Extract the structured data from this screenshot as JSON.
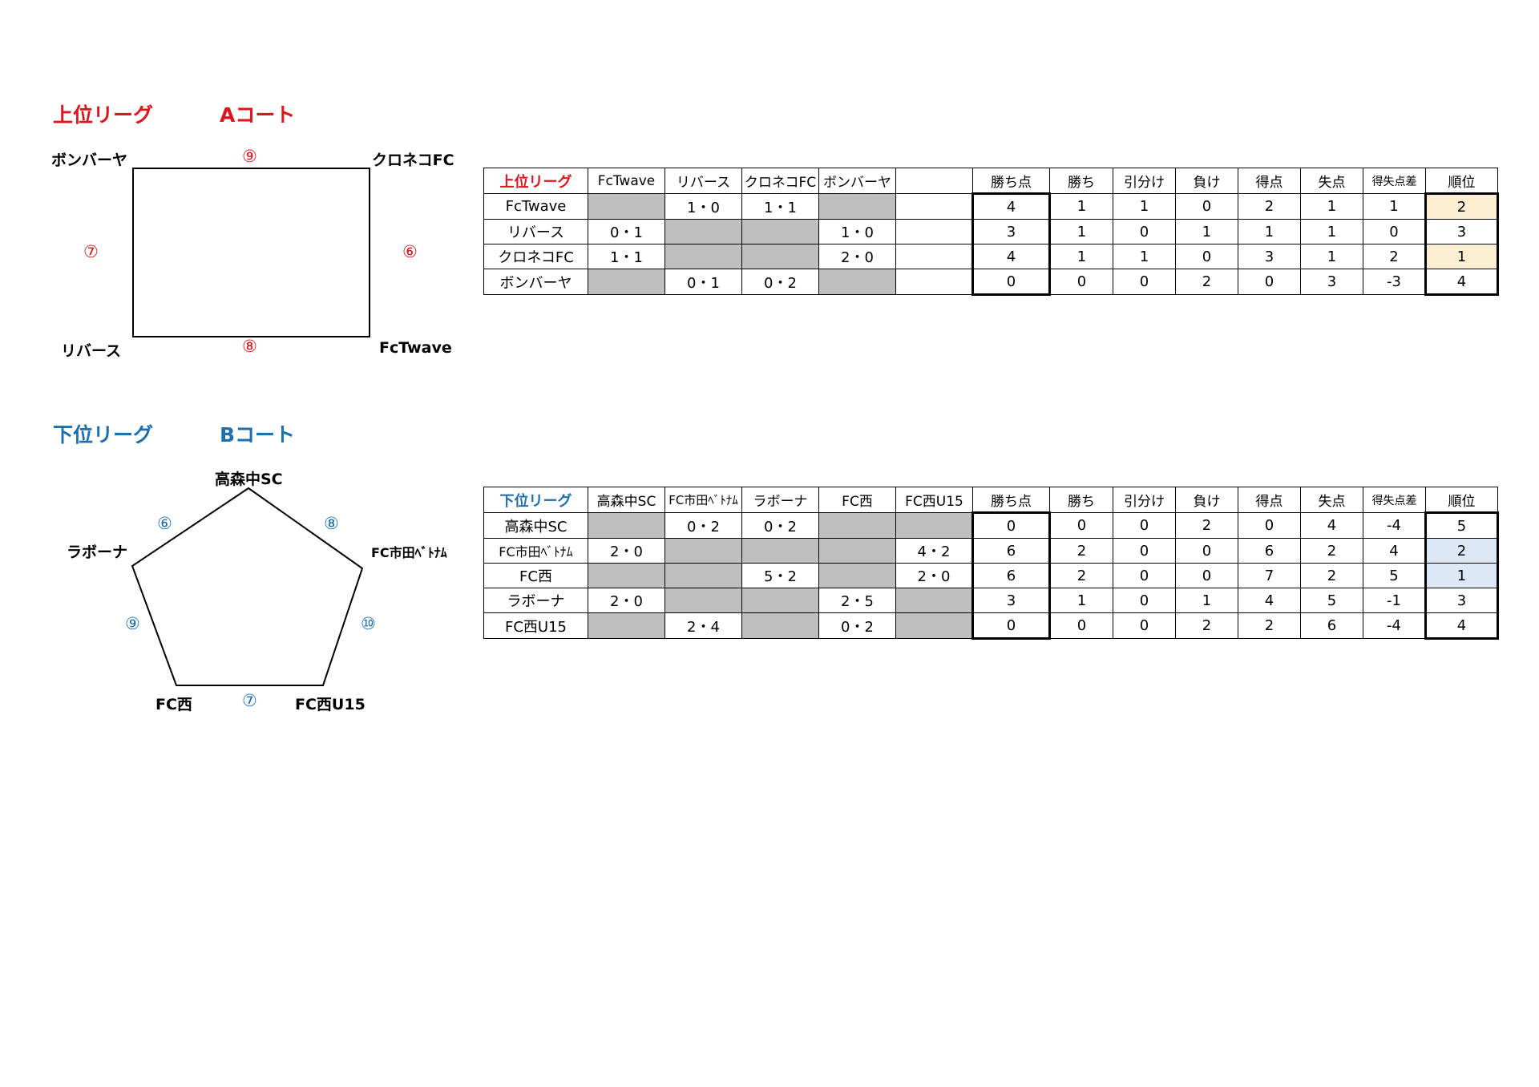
{
  "upper": {
    "title": "上位リーグ",
    "court": "Aコート",
    "diagram": {
      "top_left": "ボンバーヤ",
      "top_right": "クロネコFC",
      "bottom_left": "リバース",
      "bottom_right": "FcTwave",
      "top_num": "⑨",
      "left_num": "⑦",
      "right_num": "⑥",
      "bottom_num": "⑧"
    },
    "table": {
      "corner": "上位リーグ",
      "opponents": [
        "FcTwave",
        "リバース",
        "クロネコFC",
        "ボンバーヤ",
        ""
      ],
      "stat_headers": [
        "勝ち点",
        "勝ち",
        "引分け",
        "負け",
        "得点",
        "失点",
        "得失点差",
        "順位"
      ],
      "rows": [
        {
          "team": "FcTwave",
          "results": [
            "",
            "1・0",
            "1・1",
            "",
            ""
          ],
          "stats": [
            "4",
            "1",
            "1",
            "0",
            "2",
            "1",
            "1",
            "2"
          ]
        },
        {
          "team": "リバース",
          "results": [
            "0・1",
            "",
            "",
            "1・0",
            ""
          ],
          "stats": [
            "3",
            "1",
            "0",
            "1",
            "1",
            "1",
            "0",
            "3"
          ]
        },
        {
          "team": "クロネコFC",
          "results": [
            "1・1",
            "",
            "",
            "2・0",
            ""
          ],
          "stats": [
            "4",
            "1",
            "1",
            "0",
            "3",
            "1",
            "2",
            "1"
          ]
        },
        {
          "team": "ボンバーヤ",
          "results": [
            "",
            "0・1",
            "0・2",
            "",
            ""
          ],
          "stats": [
            "0",
            "0",
            "0",
            "2",
            "0",
            "3",
            "-3",
            "4"
          ]
        }
      ]
    }
  },
  "lower": {
    "title": "下位リーグ",
    "court": "Bコート",
    "diagram": {
      "top": "高森中SC",
      "left": "ラボーナ",
      "right": "FC市田ﾍﾞﾄﾅﾑ",
      "bottom_left": "FC西",
      "bottom_right": "FC西U15",
      "num_top_left": "⑥",
      "num_top_right": "⑧",
      "num_left": "⑨",
      "num_right": "⑩",
      "num_bottom": "⑦"
    },
    "table": {
      "corner": "下位リーグ",
      "opponents": [
        "高森中SC",
        "FC市田ﾍﾞﾄﾅﾑ",
        "ラボーナ",
        "FC西",
        "FC西U15"
      ],
      "stat_headers": [
        "勝ち点",
        "勝ち",
        "引分け",
        "負け",
        "得点",
        "失点",
        "得失点差",
        "順位"
      ],
      "rows": [
        {
          "team": "高森中SC",
          "results": [
            "",
            "0・2",
            "0・2",
            "",
            ""
          ],
          "stats": [
            "0",
            "0",
            "0",
            "2",
            "0",
            "4",
            "-4",
            "5"
          ]
        },
        {
          "team": "FC市田ﾍﾞﾄﾅﾑ",
          "results": [
            "2・0",
            "",
            "",
            "",
            "4・2"
          ],
          "stats": [
            "6",
            "2",
            "0",
            "0",
            "6",
            "2",
            "4",
            "2"
          ]
        },
        {
          "team": "FC西",
          "results": [
            "",
            "",
            "5・2",
            "",
            "2・0"
          ],
          "stats": [
            "6",
            "2",
            "0",
            "0",
            "7",
            "2",
            "5",
            "1"
          ]
        },
        {
          "team": "ラボーナ",
          "results": [
            "2・0",
            "",
            "",
            "2・5",
            ""
          ],
          "stats": [
            "3",
            "1",
            "0",
            "1",
            "4",
            "5",
            "-1",
            "3"
          ]
        },
        {
          "team": "FC西U15",
          "results": [
            "",
            "2・4",
            "",
            "0・2",
            ""
          ],
          "stats": [
            "0",
            "0",
            "0",
            "2",
            "2",
            "6",
            "-4",
            "4"
          ]
        }
      ]
    }
  },
  "colors": {
    "upper_accent": "#e0141b",
    "lower_accent": "#1d6fb4",
    "self_match_gray": "#bfbfbf",
    "upper_rank_highlight": "#fdf0d2",
    "lower_rank_highlight": "#dce8f5"
  }
}
